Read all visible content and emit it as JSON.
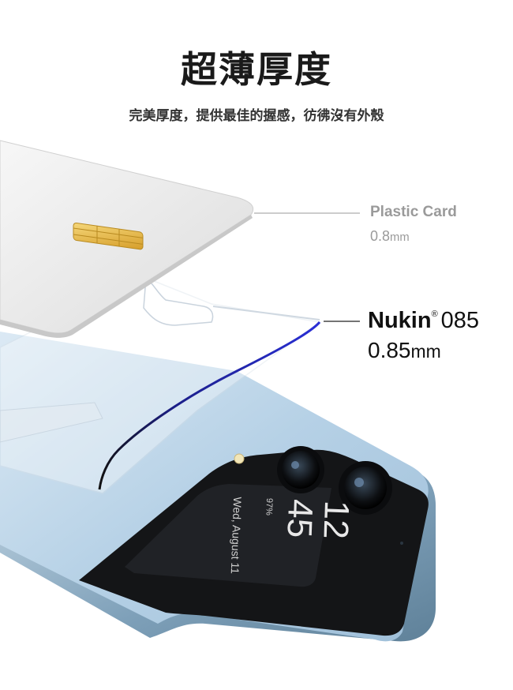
{
  "header": {
    "title": "超薄厚度",
    "subtitle": "完美厚度，提供最佳的握感，彷彿沒有外殼"
  },
  "labels": {
    "card_name": "Plastic Card",
    "card_thickness_value": "0.8",
    "card_thickness_unit": "mm",
    "case_brand": "Nukin",
    "case_mark": "®",
    "case_model": "085",
    "case_thickness_value": "0.85",
    "case_thickness_unit": "mm"
  },
  "phone_screen": {
    "time_hours": "12",
    "time_minutes": "45",
    "battery": "97%",
    "date": "Wed, August 11"
  },
  "colors": {
    "case_edge": "#2a2fd6",
    "phone_body": "#b9d3e6",
    "frame": "#7d9fb8",
    "card": "#e9e9e9",
    "chip": "#e0b13c"
  }
}
